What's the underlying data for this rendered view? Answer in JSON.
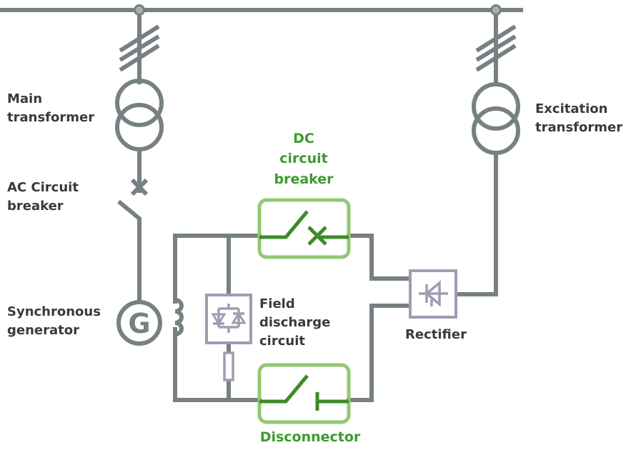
{
  "diagram": {
    "title": "Generator excitation circuit",
    "colors": {
      "wire": "#778083",
      "text": "#3a3a3a",
      "highlight_text": "#3d9a30",
      "highlight_box": "#96c773",
      "highlight_line": "#3d8b26",
      "power_electronics": "#a19cb2"
    },
    "labels": {
      "main_transformer": [
        "Main",
        "transformer"
      ],
      "ac_circuit_breaker": [
        "AC Circuit",
        "breaker"
      ],
      "synchronous_generator": [
        "Synchronous",
        "generator"
      ],
      "generator_symbol": "G",
      "excitation_transformer": [
        "Excitation",
        "transformer"
      ],
      "dc_circuit_breaker": [
        "DC",
        "circuit",
        "breaker"
      ],
      "field_discharge_circuit": [
        "Field",
        "discharge",
        "circuit"
      ],
      "rectifier": "Rectifier",
      "disconnector": "Disconnector"
    },
    "components": [
      {
        "id": "busbar",
        "type": "busbar"
      },
      {
        "id": "main-transformer",
        "type": "transformer",
        "phases": 3
      },
      {
        "id": "ac-circuit-breaker",
        "type": "circuit-breaker"
      },
      {
        "id": "synchronous-generator",
        "type": "generator"
      },
      {
        "id": "field-winding",
        "type": "inductor"
      },
      {
        "id": "excitation-transformer",
        "type": "transformer",
        "phases": 3
      },
      {
        "id": "rectifier",
        "type": "thyristor-rectifier"
      },
      {
        "id": "dc-circuit-breaker",
        "type": "dc-circuit-breaker",
        "highlighted": true
      },
      {
        "id": "field-discharge-circuit",
        "type": "crowbar-with-resistor"
      },
      {
        "id": "disconnector",
        "type": "disconnector",
        "highlighted": true
      }
    ]
  }
}
